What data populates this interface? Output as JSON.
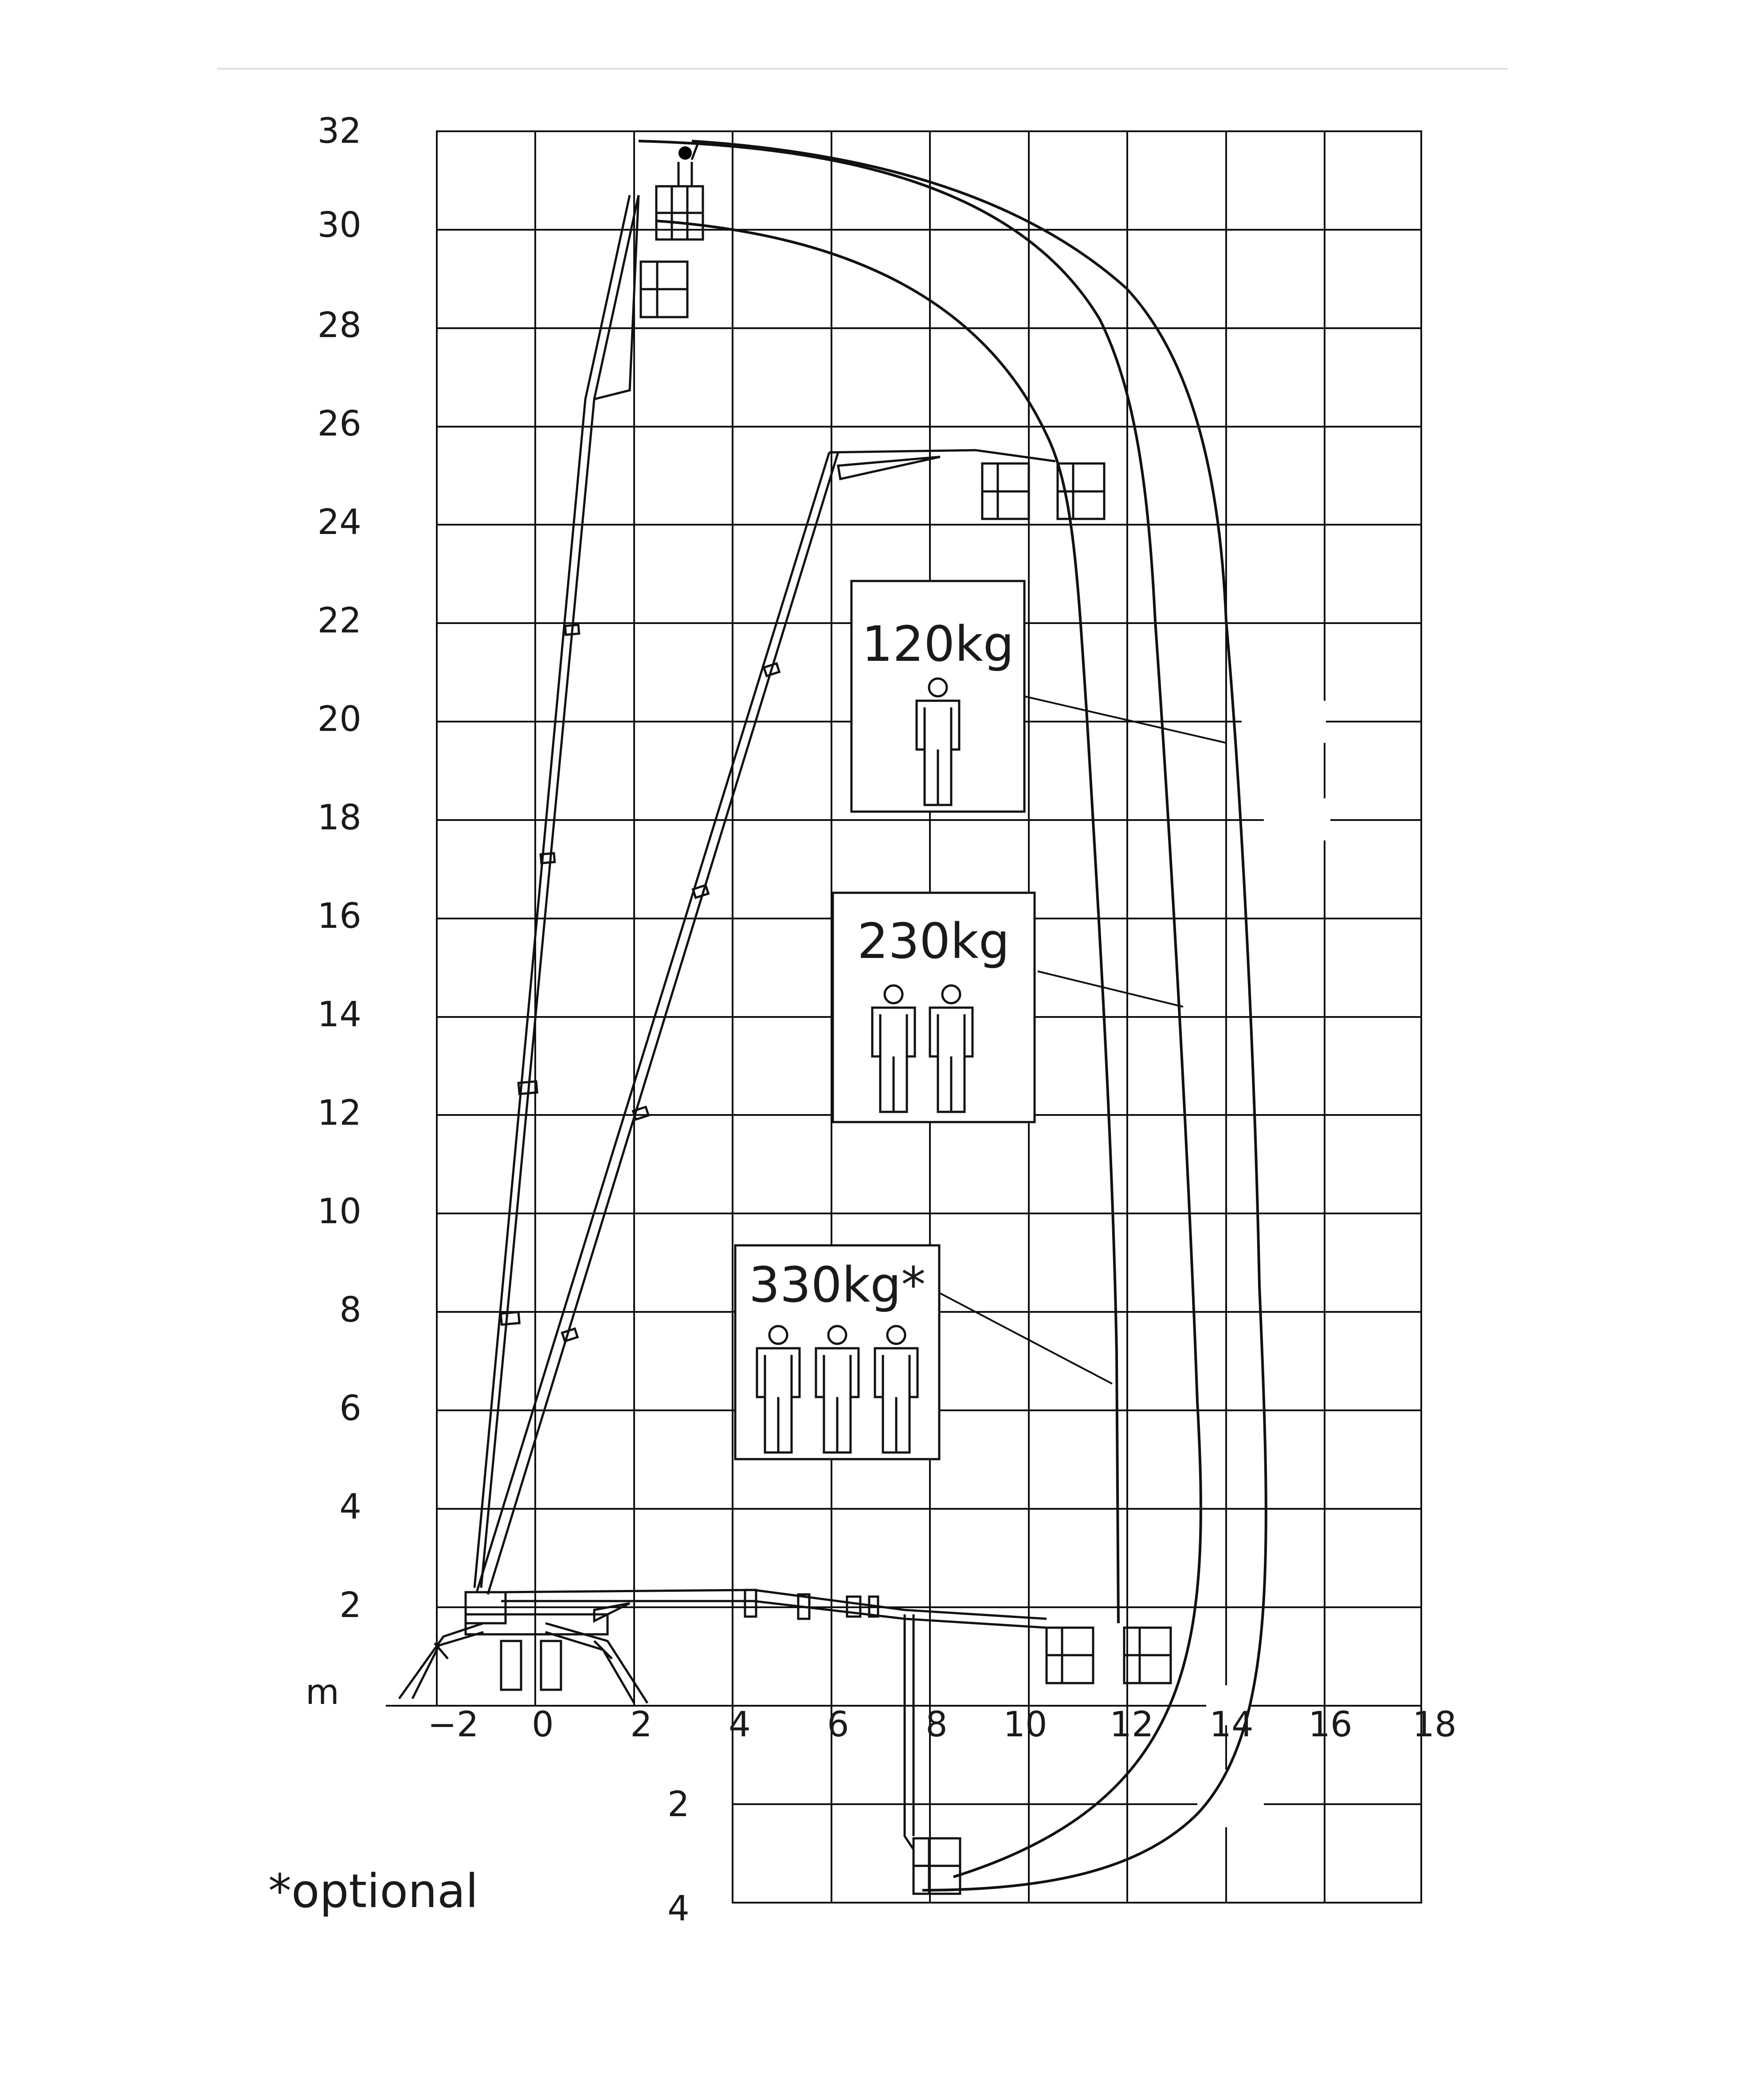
{
  "axes": {
    "y_labels": [
      "32",
      "30",
      "28",
      "26",
      "24",
      "22",
      "20",
      "18",
      "16",
      "14",
      "12",
      "10",
      "8",
      "6",
      "4",
      "2"
    ],
    "x_labels": [
      "−2",
      "0",
      "2",
      "4",
      "6",
      "8",
      "10",
      "12",
      "14",
      "16",
      "18"
    ],
    "below_labels": [
      "2",
      "4"
    ],
    "unit": "m"
  },
  "loads": [
    {
      "label": "120kg",
      "persons": 1
    },
    {
      "label": "230kg",
      "persons": 2
    },
    {
      "label": "330kg*",
      "persons": 3
    }
  ],
  "footnote": "*optional"
}
